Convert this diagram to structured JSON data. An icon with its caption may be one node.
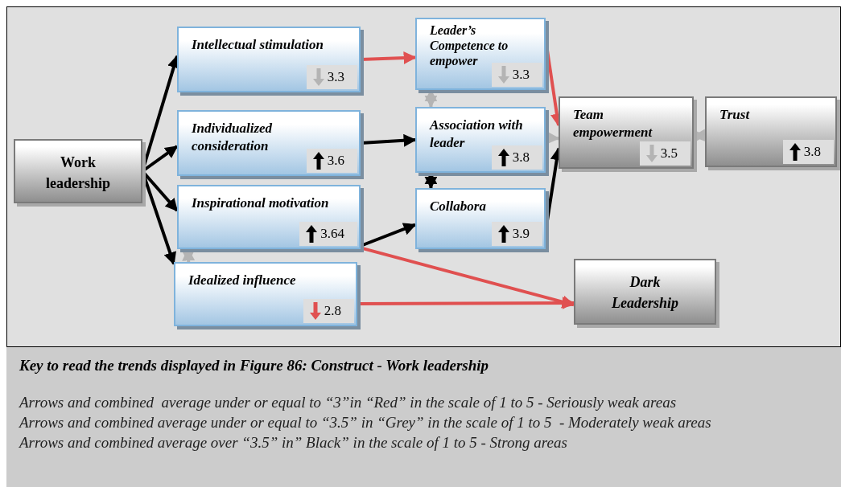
{
  "diagram": {
    "nodes": [
      {
        "text": [
          "Work leadership"
        ]
      },
      {
        "text": [
          "Intellectual stimulation",
          "3.3"
        ]
      },
      {
        "text": [
          "Individualized consideration",
          "3.6"
        ]
      },
      {
        "text": [
          "Inspirational motivation",
          "3.64"
        ]
      },
      {
        "text": [
          "Idealized influence",
          "2.8"
        ]
      },
      {
        "text": [
          "Leader’s Competence to empower",
          "3.3"
        ]
      },
      {
        "text": [
          "Association with leader",
          "3.8"
        ]
      },
      {
        "text": [
          "Collabora",
          "3.9"
        ]
      },
      {
        "text": [
          "Team empowerment",
          "3.5"
        ]
      },
      {
        "text": [
          "Trust",
          "3.8"
        ]
      },
      {
        "text": [
          "Dark Leadership"
        ]
      }
    ],
    "edges": [
      {
        "from": 0,
        "to": 1,
        "arrow": "to"
      },
      {
        "from": 0,
        "to": 2,
        "arrow": "to"
      },
      {
        "from": 0,
        "to": 3,
        "arrow": "to"
      },
      {
        "from": 0,
        "to": 4,
        "arrow": "to"
      },
      {
        "from": 1,
        "to": 5,
        "arrow": "to",
        "color": "#e05050"
      },
      {
        "from": 2,
        "to": 6,
        "arrow": "to"
      },
      {
        "from": 3,
        "to": 7,
        "arrow": "to"
      },
      {
        "from": 3,
        "to": 10,
        "arrow": "to",
        "color": "#e05050"
      },
      {
        "from": 4,
        "to": 10,
        "arrow": "to",
        "color": "#e05050"
      },
      {
        "from": 5,
        "to": 8,
        "arrow": "to",
        "color": "#e05050"
      },
      {
        "from": 6,
        "to": 8,
        "arrow": "to",
        "color": "#b4b4b4"
      },
      {
        "from": 7,
        "to": 8,
        "arrow": "to"
      },
      {
        "from": 8,
        "to": 9,
        "arrow": "both",
        "color": "#b4b4b4"
      },
      {
        "from": 5,
        "to": 6,
        "arrow": "both",
        "color": "#b4b4b4"
      },
      {
        "from": 6,
        "to": 7,
        "arrow": "both"
      },
      {
        "from": 3,
        "to": 4,
        "arrow": "both",
        "color": "#b4b4b4"
      }
    ],
    "labels": [
      "Key to read the trends displayed in Figure 86: Construct - Work leadership",
      "Arrows and combined  average under or equal to “3”in “Red” in the scale of 1 to 5 - Seriously weak areas",
      "Arrows and combined average under or equal to “3.5” in “Grey” in the scale of 1 to 5  - Moderately weak areas",
      "Arrows and combined average over “3.5” in” Black” in the scale of 1 to 5 - Strong areas"
    ]
  }
}
